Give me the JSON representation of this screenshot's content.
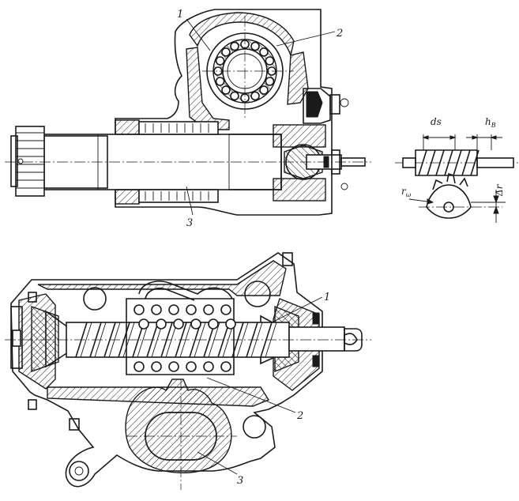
{
  "callouts": {
    "top_view": [
      "1",
      "2",
      "3"
    ],
    "bottom_view": [
      "1",
      "2",
      "3"
    ]
  },
  "detail": {
    "pitch_label": "ds",
    "height_label": "h",
    "height_sub": "B",
    "radius_label": "r",
    "radius_sub": "ω",
    "offset_label": "Δr"
  }
}
